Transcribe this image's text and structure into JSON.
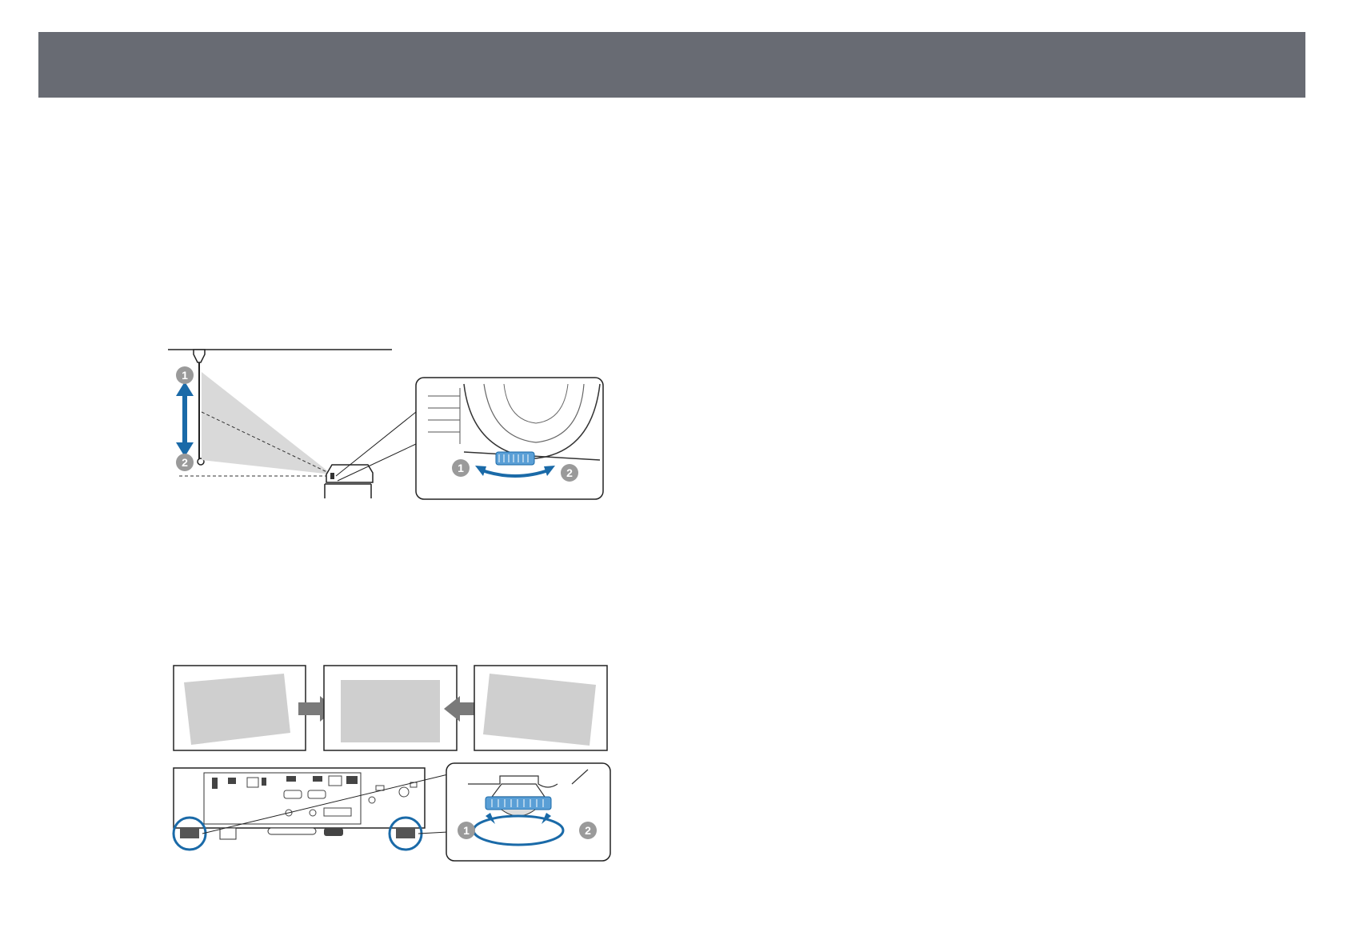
{
  "header": {
    "title": ""
  },
  "colors": {
    "header_bar": "#686b73",
    "accent_blue": "#1a6aa8",
    "callout_gray": "#9a9a9a",
    "screen_gray": "#cfcfcf",
    "arrow_gray": "#7a7a7a",
    "beam_gray": "#d9d9d9"
  },
  "figure_height_adjust": {
    "callouts": {
      "up": "1",
      "down": "2"
    }
  },
  "figure_tilt_adjust": {
    "screens": [
      "tilted-left",
      "level",
      "tilted-right"
    ],
    "callouts": {
      "left": "1",
      "right": "2"
    }
  }
}
